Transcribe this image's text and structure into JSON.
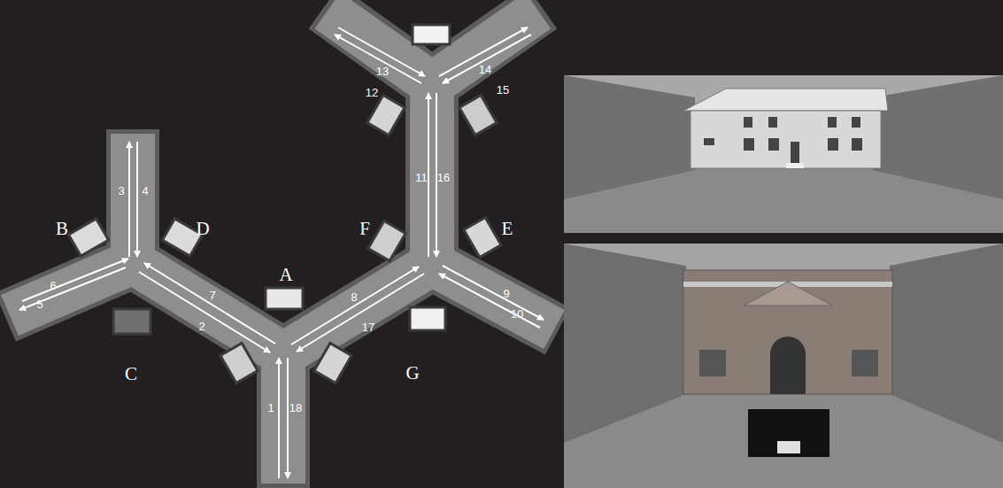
{
  "diagram": {
    "labels": [
      "13",
      "14",
      "12",
      "15",
      "3",
      "4",
      "B",
      "D",
      "11",
      "16",
      "F",
      "E",
      "6",
      "A",
      "7",
      "8",
      "9",
      "5",
      "C",
      "2",
      "17",
      "G",
      "10",
      "1",
      "18"
    ]
  }
}
